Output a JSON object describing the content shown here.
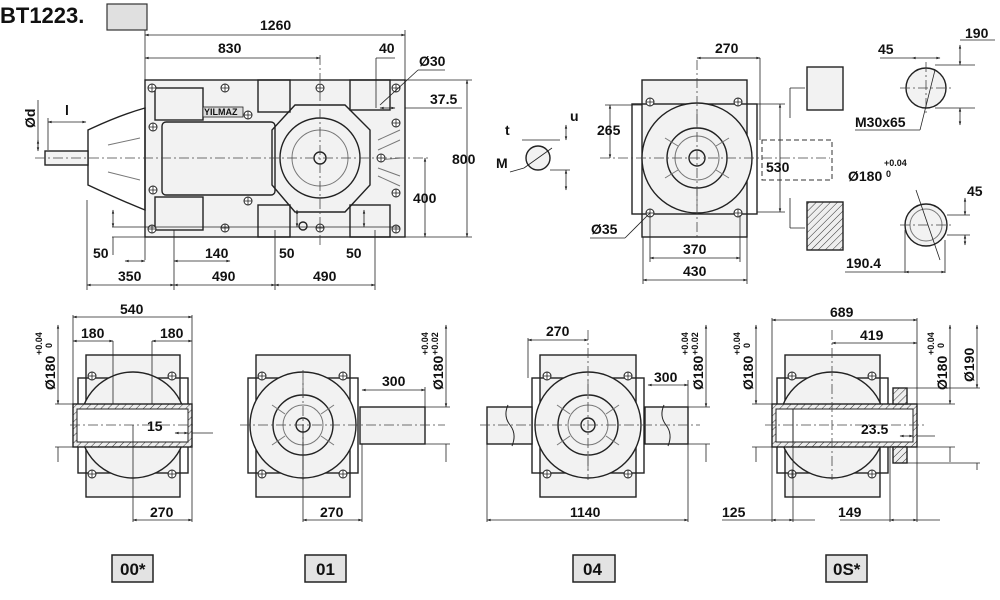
{
  "title": {
    "model": "BT1223.",
    "suffix_box": ""
  },
  "main_view": {
    "overall_length": "1260",
    "to_output_axis": "830",
    "hole_offset": "40",
    "hole_diameter": "Ø30",
    "hole_edge": "37.5",
    "height": "800",
    "axis_height": "400",
    "input_shaft_dia": "Ød",
    "input_shaft_len": "l",
    "foot_50_a": "50",
    "foot_140": "140",
    "foot_50_b": "50",
    "foot_50_c": "50",
    "foot_350": "350",
    "foot_490_a": "490",
    "foot_490_b": "490",
    "brand": "YILMAZ"
  },
  "end_view": {
    "width_270": "270",
    "half_265": "265",
    "height_530": "530",
    "hole_35": "Ø35",
    "width_370": "370",
    "width_430": "430"
  },
  "key_detail": {
    "t": "t",
    "u": "u",
    "m": "M"
  },
  "shaft_details": {
    "key_45_top": "45",
    "dim_190": "190",
    "thread": "M30x65",
    "bore": "Ø180",
    "bore_tol_upper": "+0.04",
    "bore_tol_lower": "0",
    "key_45_bottom": "45",
    "dim_190_4": "190.4"
  },
  "variants": [
    {
      "code": "00*",
      "dims": {
        "width_540": "540",
        "left_180": "180",
        "right_180": "180",
        "offset_15": "15",
        "dim_270": "270",
        "bore": "Ø180",
        "tol_upper": "+0.04",
        "tol_lower": "0"
      }
    },
    {
      "code": "01",
      "dims": {
        "shaft_300": "300",
        "dim_270": "270",
        "shaft_dia": "Ø180",
        "tol_upper": "+0.04",
        "tol_lower": "+0.02"
      }
    },
    {
      "code": "04",
      "dims": {
        "dim_270": "270",
        "shaft_300": "300",
        "total_1140": "1140",
        "shaft_dia": "Ø180",
        "tol_upper": "+0.04",
        "tol_lower": "+0.02"
      }
    },
    {
      "code": "0S*",
      "dims": {
        "total_689": "689",
        "dim_419": "419",
        "offset_23_5": "23.5",
        "dim_125": "125",
        "dim_149": "149",
        "bore_left": "Ø180",
        "bore_right": "Ø180",
        "tol_upper": "+0.04",
        "tol_lower": "0",
        "disc_dia": "Ø190"
      }
    }
  ]
}
